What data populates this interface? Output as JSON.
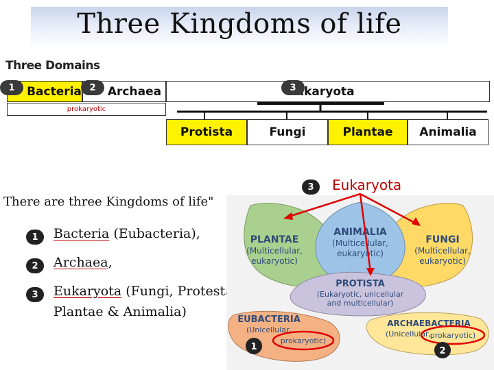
{
  "title": "Three Kingdoms of life",
  "domains_chart": {
    "heading": "Three Domains",
    "domains": [
      {
        "num": "1",
        "label": "Bacteria"
      },
      {
        "num": "2",
        "label": "Archaea"
      },
      {
        "num": "3",
        "label": "Eukaryota"
      }
    ],
    "prokaryotic_label": "prokaryotic",
    "kingdoms": [
      "Protista",
      "Fungi",
      "Plantae",
      "Animalia"
    ]
  },
  "text": {
    "intro": "There are three Kingdoms of life\"",
    "items": [
      {
        "num": "1",
        "name": "Bacteria",
        "detail": " (Eubacteria),"
      },
      {
        "num": "2",
        "name": "Archaea",
        "detail": ","
      },
      {
        "num": "3",
        "name": "Eukaryota",
        "detail": " (Fungi, Protesta,",
        "detail2": "Plantae & Animalia)"
      }
    ]
  },
  "petal_diagram": {
    "eukaryota_num": "3",
    "eukaryota_label": "Eukaryota",
    "petals": [
      {
        "name": "PLANTAE",
        "desc1": "(Multicellular,",
        "desc2": "eukaryotic)"
      },
      {
        "name": "ANIMALIA",
        "desc1": "(Multicellular,",
        "desc2": "eukaryotic)"
      },
      {
        "name": "FUNGI",
        "desc1": "(Multicellular,",
        "desc2": "eukaryotic)"
      },
      {
        "name": "PROTISTA",
        "desc1": "(Eukaryotic, unicellular",
        "desc2": "and multicellular)"
      },
      {
        "name": "EUBACTERIA",
        "desc1": "(Unicellular,",
        "desc2": "prokaryotic)"
      },
      {
        "name": "ARCHAEBACTERIA",
        "desc1": "(Unicellular,",
        "desc2": "prokaryotic)"
      }
    ],
    "marker1": "1",
    "marker2": "2"
  },
  "colors": {
    "domain_box": "#fff200",
    "annotation_red": "#e00000",
    "plantae": "#a9d08e",
    "animalia": "#9dc3e6",
    "fungi": "#ffd966",
    "protista": "#c9c3dd",
    "eubacteria": "#f4b183",
    "archaebacteria": "#ffe699"
  }
}
